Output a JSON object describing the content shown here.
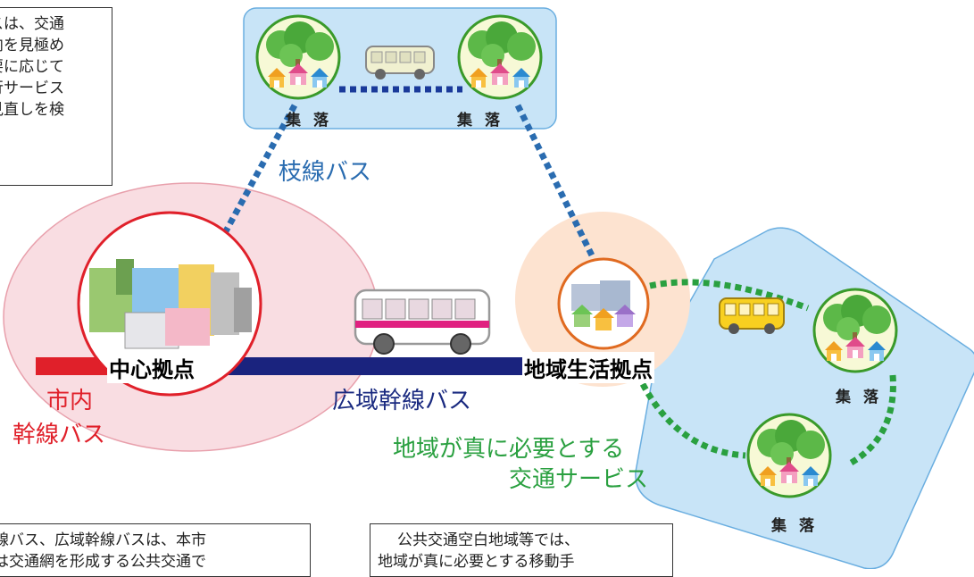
{
  "notes": {
    "top_left": [
      "スは、交通",
      "向を見極め",
      "要に応じて",
      "行サービス",
      "見直しを検"
    ],
    "bottom_left": [
      "線バス、広域幹線バスは、本市",
      "は交通網を形成する公共交通で"
    ],
    "bottom_center": [
      "公共交通空白地域等では、",
      "地域が真に必要とする移動手"
    ]
  },
  "labels": {
    "central_hub": "中心拠点",
    "local_hub": "地域生活拠点",
    "branch_bus": "枝線バス",
    "trunk_bus": "広域幹線バス",
    "city_trunk_bus_1": "市内",
    "city_trunk_bus_2": "幹線バス",
    "local_service_1": "地域が真に必要とする",
    "local_service_2": "交通サービス",
    "village": "集落"
  },
  "colors": {
    "city_red": "#e0202a",
    "trunk_navy": "#1a237e",
    "branch_blue": "#2a6cb0",
    "local_green": "#2aa040",
    "village_area": "#c8e4f7",
    "central_area": "#f9dde2",
    "local_area": "#fde3d0"
  },
  "icons": [
    "bus-large-icon",
    "bus-small-icon",
    "bus-yellow-icon",
    "village-icon",
    "city-buildings-icon",
    "town-buildings-icon"
  ]
}
